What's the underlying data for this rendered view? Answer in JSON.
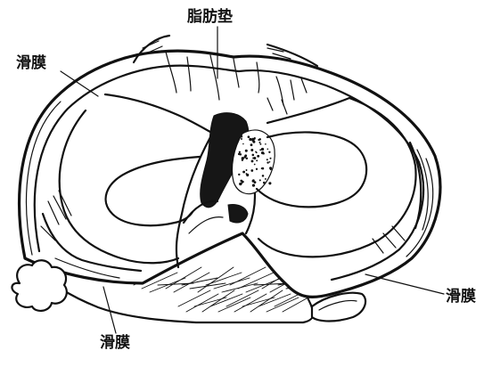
{
  "labels": {
    "fat_pad": "脂肪垫",
    "synovium_top_left": "滑膜",
    "synovium_bottom_right": "滑膜",
    "synovium_bottom_left": "滑膜"
  }
}
